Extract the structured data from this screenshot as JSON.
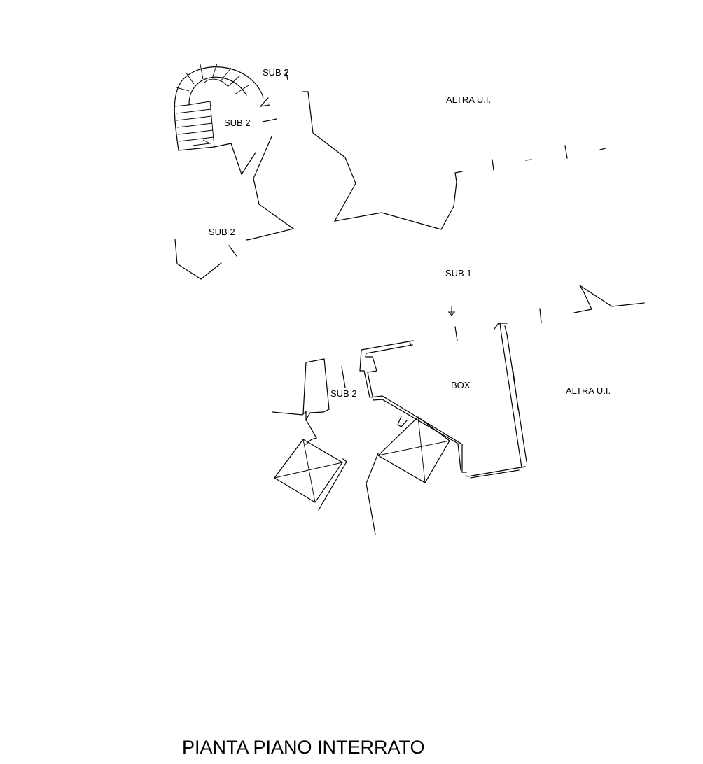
{
  "plan": {
    "title": "PIANTA PIANO INTERRATO",
    "labels": {
      "sub2_top": "SUB 2",
      "sub2_mid": "SUB 2",
      "sub2_left": "SUB 2",
      "sub2_bottom": "SUB 2",
      "altra_ui_top": "ALTRA U.I.",
      "altra_ui_right": "ALTRA U.I.",
      "sub1": "SUB 1",
      "box": "BOX"
    },
    "colors": {
      "line": "#000000",
      "background": "#ffffff"
    },
    "icons": [
      "spiral-stair-icon",
      "ventilation-shaft-icon",
      "level-marker-icon"
    ]
  }
}
